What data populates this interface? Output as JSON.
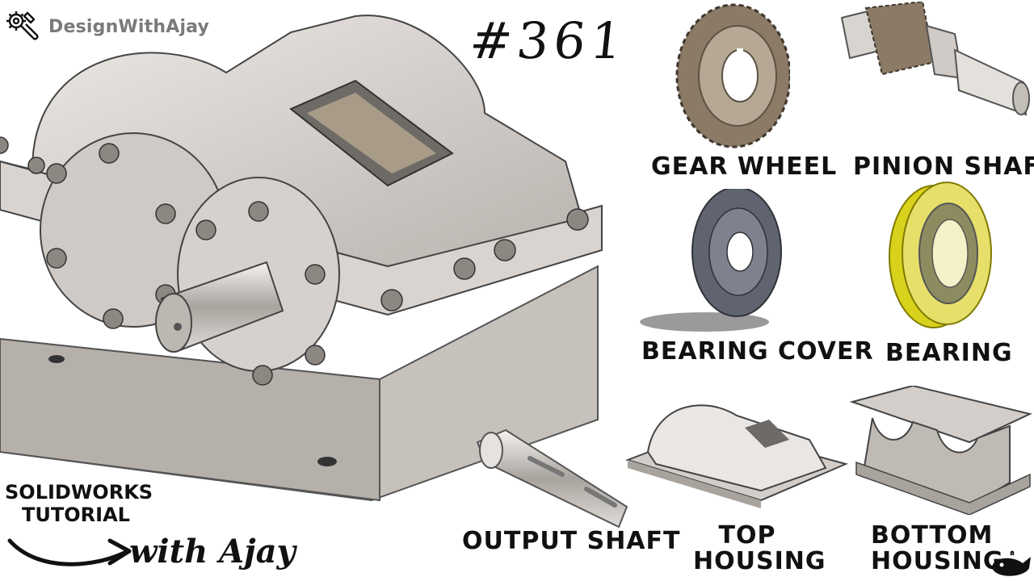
{
  "brand": {
    "name": "DesignWithAjay",
    "logo_icon": "wrench-gear-icon"
  },
  "episode": "#361",
  "parts": {
    "gear_wheel": "GEAR WHEEL",
    "pinion_shaft": "PINION SHAFT",
    "bearing_cover": "BEARING COVER",
    "bearing": "BEARING",
    "output_shaft": "OUTPUT SHAFT",
    "top_housing": [
      "TOP",
      "HOUSING"
    ],
    "bottom_housing": [
      "BOTTOM",
      "HOUSING"
    ]
  },
  "tutorial": {
    "line1": "SOLIDWORKS",
    "line2": "TUTORIAL",
    "signature": "with Ajay"
  },
  "colors": {
    "metal": "#c9c4c0",
    "metal_dark": "#8f8a86",
    "gear": "#8a7a66",
    "bearing": "#d9d21c",
    "cover": "#5f6470"
  },
  "corner_icon": "whale-icon"
}
